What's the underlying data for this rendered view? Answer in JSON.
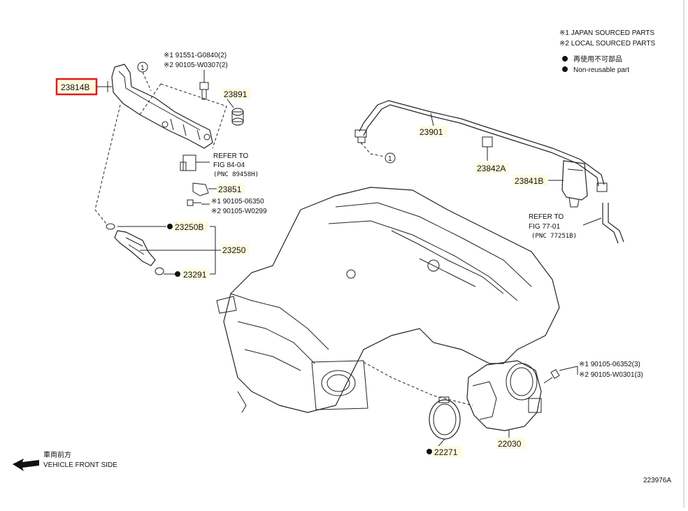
{
  "legend": {
    "line1": "※1 JAPAN SOURCED PARTS",
    "line2": "※2 LOCAL SOURCED PARTS",
    "line3": "再使用不可部品",
    "line4": "Non-reusable part"
  },
  "callouts": {
    "p23814B": "23814B",
    "bolt1a": "※1 91551-G0840(2)",
    "bolt1b": "※2 90105-W0307(2)",
    "circle1": "1",
    "circle1b": "1",
    "p23891": "23891",
    "ref84_a": "REFER TO",
    "ref84_b": "FIG 84-04",
    "ref84_c": "(PNC 89458H)",
    "p23851": "23851",
    "bolt2a": "※1 90105-06350",
    "bolt2b": "※2 90105-W0299",
    "p23250B": "23250B",
    "p23250": "23250",
    "p23291": "23291",
    "p23901": "23901",
    "p23842A": "23842A",
    "p23841B": "23841B",
    "ref77_a": "REFER TO",
    "ref77_b": "FIG 77-01",
    "ref77_c": "(PNC 77251B)",
    "bolt3a": "※1 90105-06352(3)",
    "bolt3b": "※2 90105-W0301(3)",
    "p22030": "22030",
    "p22271": "22271",
    "front_jp": "車両前方",
    "front_en": "VEHICLE FRONT SIDE",
    "figure_id": "223976A"
  },
  "colors": {
    "highlight_border": "#e01b1b",
    "label_highlight": "#fffbe0",
    "line": "#222222"
  }
}
